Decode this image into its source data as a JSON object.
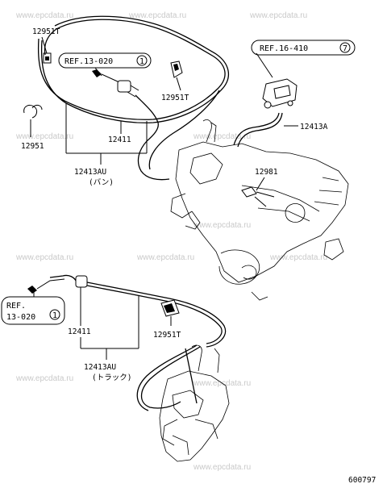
{
  "watermark": "www.epcdata.ru",
  "callouts": {
    "top_clip_left": "12951T",
    "top_ref": "REF.13-020",
    "top_ref_num": "1",
    "top_clip_right": "12951T",
    "top_clamp": "12951",
    "top_hose": "12411",
    "top_assy": "12413AU",
    "top_assy_note": "(バン)",
    "ref_right": "REF.16-410",
    "ref_right_num": "7",
    "hose_a": "12413A",
    "part_12981": "12981",
    "bottom_ref_line1": "REF.",
    "bottom_ref_line2": "13-020",
    "bottom_ref_num": "1",
    "bottom_hose": "12411",
    "bottom_clip": "12951T",
    "bottom_assy": "12413AU",
    "bottom_assy_note": "(トラック)",
    "diagram_code": "600797"
  }
}
